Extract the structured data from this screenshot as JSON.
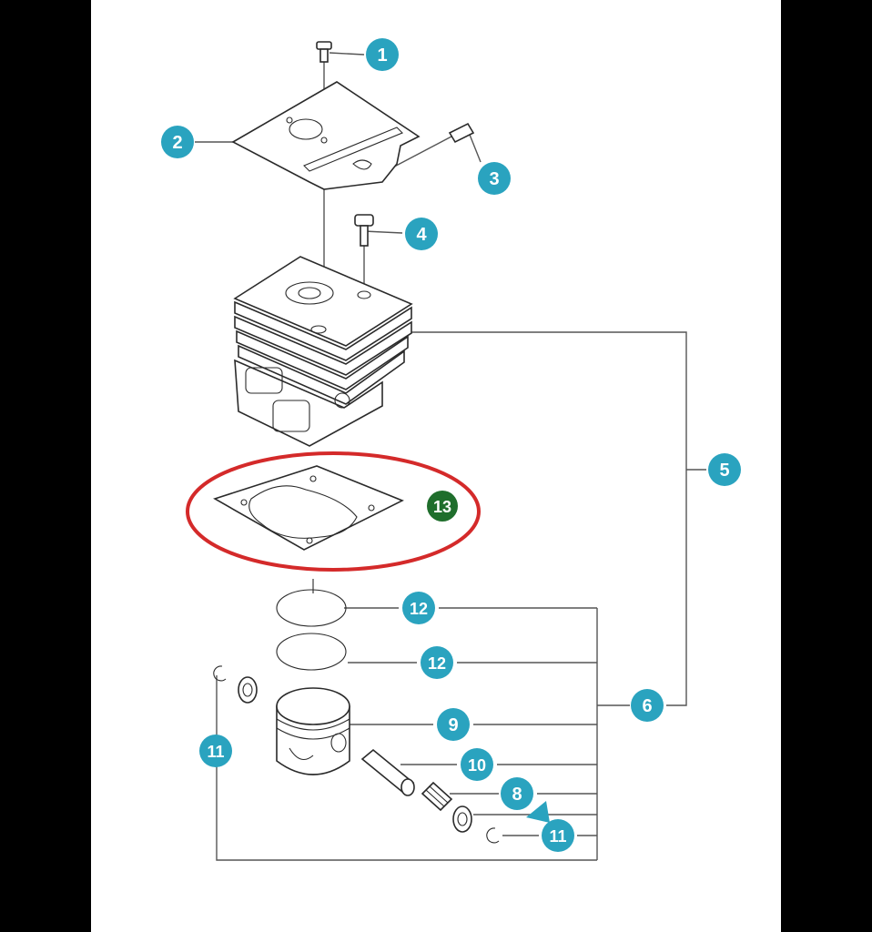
{
  "colors": {
    "callout": "#2aa3bf",
    "highlight_callout": "#1f6e2c",
    "highlight_ring": "#d42a2a",
    "background": "#000000",
    "sheet": "#ffffff"
  },
  "callouts": [
    {
      "id": "c1",
      "label": "1"
    },
    {
      "id": "c2",
      "label": "2"
    },
    {
      "id": "c3",
      "label": "3"
    },
    {
      "id": "c4",
      "label": "4"
    },
    {
      "id": "c5",
      "label": "5"
    },
    {
      "id": "c6",
      "label": "6"
    },
    {
      "id": "c8",
      "label": "8"
    },
    {
      "id": "c9",
      "label": "9"
    },
    {
      "id": "c10",
      "label": "10"
    },
    {
      "id": "c11a",
      "label": "11"
    },
    {
      "id": "c11b",
      "label": "11"
    },
    {
      "id": "c12a",
      "label": "12"
    },
    {
      "id": "c12b",
      "label": "12"
    },
    {
      "id": "c13",
      "label": "13"
    }
  ]
}
